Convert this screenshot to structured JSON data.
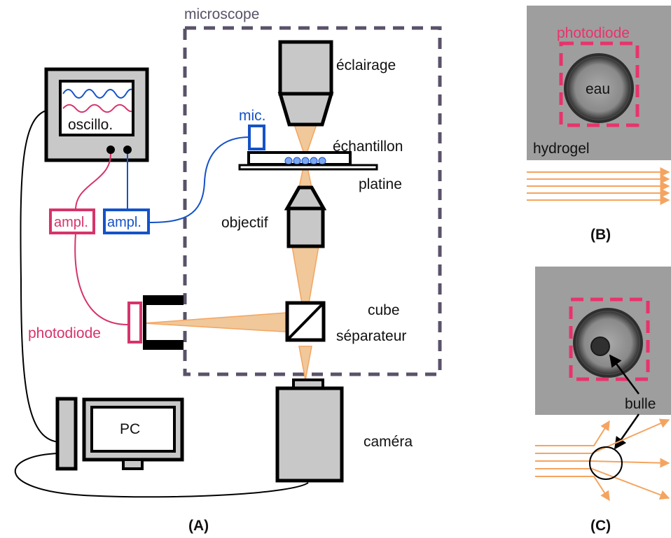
{
  "panel_a": {
    "caption": "(A)",
    "microscope_label": "microscope",
    "eclairage": "éclairage",
    "echantillon": "échantillon",
    "platine": "platine",
    "objectif": "objectif",
    "cube_line1": "cube",
    "cube_line2": "séparateur",
    "camera": "caméra",
    "oscillo": "oscillo.",
    "mic": "mic.",
    "ampl_pink": "ampl.",
    "ampl_blue": "ampl.",
    "photodiode": "photodiode",
    "pc": "PC"
  },
  "panel_b": {
    "caption": "(B)",
    "photodiode": "photodiode",
    "eau": "eau",
    "hydrogel": "hydrogel"
  },
  "panel_c": {
    "caption": "(C)",
    "bulle": "bulle"
  },
  "colors": {
    "pink": "#d6336c",
    "blue": "#1452c8",
    "light": "#f0c89a",
    "ray": "#f4a460",
    "frame": "#5a5268",
    "gray": "#c8c8c8",
    "bead": "#7ea7f0"
  }
}
